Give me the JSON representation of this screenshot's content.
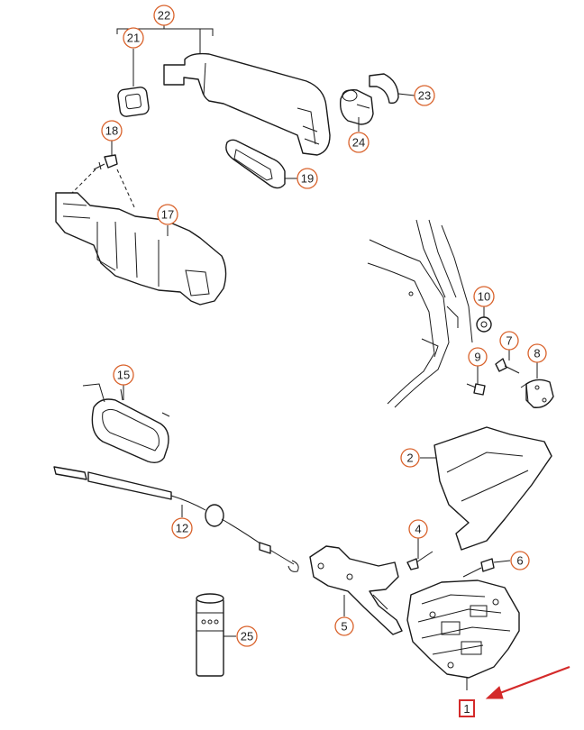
{
  "colors": {
    "callout_ring": "#d9622b",
    "highlight": "#d42a2a",
    "ink": "#1a1a1a"
  },
  "callouts": [
    {
      "id": "c22",
      "label": "22"
    },
    {
      "id": "c21",
      "label": "21"
    },
    {
      "id": "c23",
      "label": "23"
    },
    {
      "id": "c24",
      "label": "24"
    },
    {
      "id": "c18",
      "label": "18"
    },
    {
      "id": "c19",
      "label": "19"
    },
    {
      "id": "c17",
      "label": "17"
    },
    {
      "id": "c10",
      "label": "10"
    },
    {
      "id": "c7",
      "label": "7"
    },
    {
      "id": "c8",
      "label": "8"
    },
    {
      "id": "c9",
      "label": "9"
    },
    {
      "id": "c15",
      "label": "15"
    },
    {
      "id": "c2",
      "label": "2"
    },
    {
      "id": "c12",
      "label": "12"
    },
    {
      "id": "c4",
      "label": "4"
    },
    {
      "id": "c6",
      "label": "6"
    },
    {
      "id": "c5",
      "label": "5"
    },
    {
      "id": "c25",
      "label": "25"
    }
  ],
  "highlighted_part": {
    "label": "1"
  }
}
